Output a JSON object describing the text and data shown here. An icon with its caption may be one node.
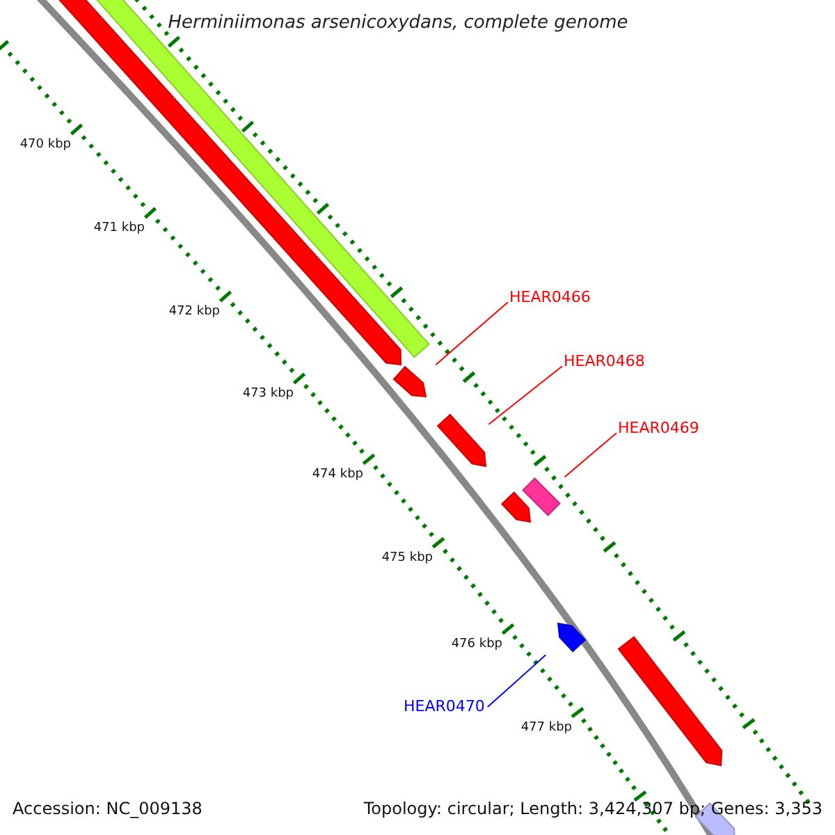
{
  "diagram": {
    "title": "Herminiimonas arsenicoxydans, complete genome",
    "nodes": [
      {
        "text": [
          "HEAR0466"
        ]
      },
      {
        "text": [
          "HEAR0468"
        ]
      },
      {
        "text": [
          "HEAR0469"
        ]
      },
      {
        "text": [
          "HEAR0470"
        ]
      },
      {
        "text": [],
        "shape": "bar"
      },
      {
        "text": [],
        "shape": "bar"
      },
      {
        "text": [],
        "shape": "bar"
      },
      {
        "text": [],
        "shape": "bar"
      },
      {
        "text": [],
        "shape": "bar"
      },
      {
        "text": [],
        "shape": "bar"
      },
      {
        "text": [],
        "shape": "bar"
      },
      {
        "text": [],
        "shape": "bar"
      },
      {
        "text": [],
        "shape": "bar"
      }
    ],
    "edges": [
      {
        "from": 0,
        "to": 6,
        "arrow": "none"
      },
      {
        "from": 1,
        "to": 7,
        "arrow": "none"
      },
      {
        "from": 2,
        "to": 9,
        "arrow": "none"
      },
      {
        "from": 3,
        "to": 10,
        "arrow": "none",
        "color": "#0000ff"
      }
    ],
    "labels": [
      "470 kbp",
      "471 kbp",
      "472 kbp",
      "473 kbp",
      "474 kbp",
      "475 kbp",
      "476 kbp",
      "477 kbp",
      "Accession: NC_009138",
      "Topology: circular; Length: 3,424,307 bp; Genes: 3,353"
    ]
  }
}
